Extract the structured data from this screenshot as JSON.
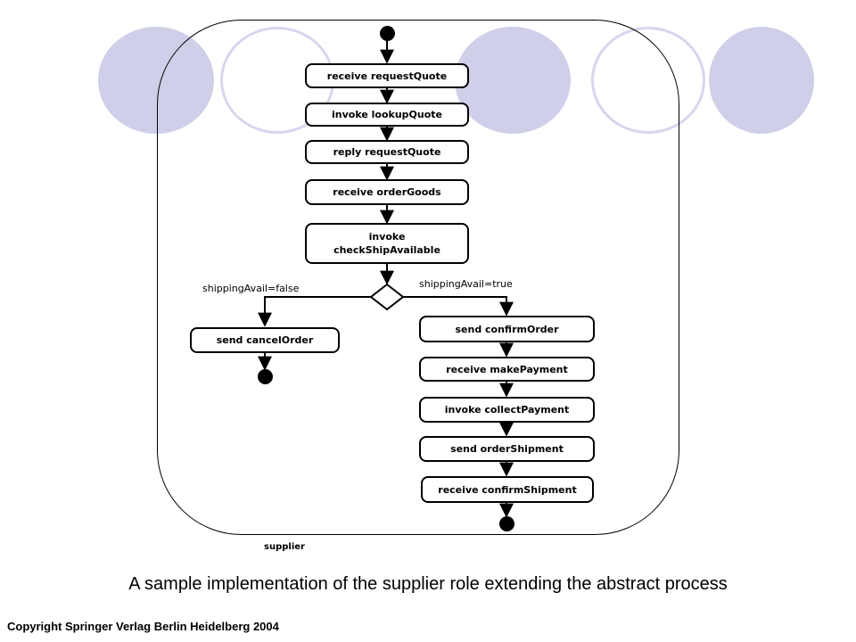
{
  "diagram": {
    "nodes": {
      "receive_request_quote": "receive requestQuote",
      "invoke_lookup_quote": "invoke lookupQuote",
      "reply_request_quote": "reply requestQuote",
      "receive_order_goods": "receive orderGoods",
      "invoke_check_ship_line1": "invoke",
      "invoke_check_ship_line2": "checkShipAvailable",
      "send_cancel_order": "send cancelOrder",
      "send_confirm_order": "send confirmOrder",
      "receive_make_payment": "receive makePayment",
      "invoke_collect_payment": "invoke collectPayment",
      "send_order_shipment": "send orderShipment",
      "receive_confirm_shipment": "receive confirmShipment"
    },
    "guards": {
      "false_branch": "shippingAvail=false",
      "true_branch": "shippingAvail=true"
    },
    "lane_label": "supplier"
  },
  "caption": "A sample implementation of the supplier role extending the abstract process",
  "copyright": "Copyright Springer Verlag Berlin Heidelberg 2004",
  "colors": {
    "decor_fill": "#cfcfe9",
    "decor_ring": "#d6d6ee"
  }
}
